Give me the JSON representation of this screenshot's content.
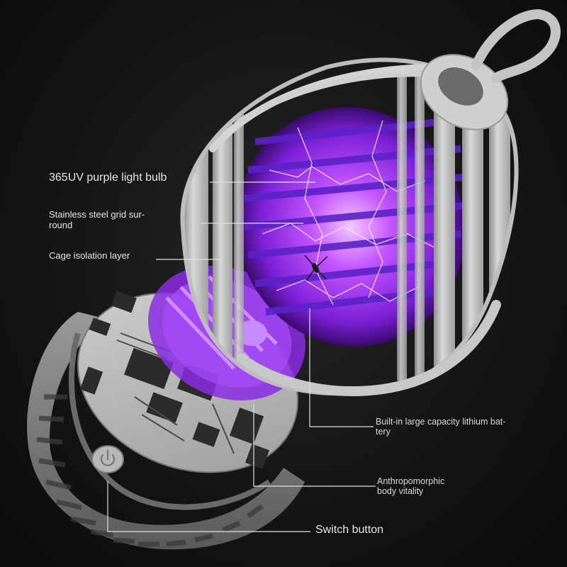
{
  "callouts": {
    "uv_bulb": "365UV purple light bulb",
    "steel_grid": "Stainless steel grid sur-\nround",
    "cage_layer": "Cage isolation layer",
    "battery": "Built-in large capacity lithium bat-\ntery",
    "body_vitality": "Anthropomorphic\nbody vitality",
    "switch": "Switch button"
  },
  "colors": {
    "uv_purple": "#b23cff",
    "shell_grey": "#cfcfcf",
    "leader_line": "#e0e0e0"
  },
  "icons": {
    "switch": "power-icon"
  }
}
